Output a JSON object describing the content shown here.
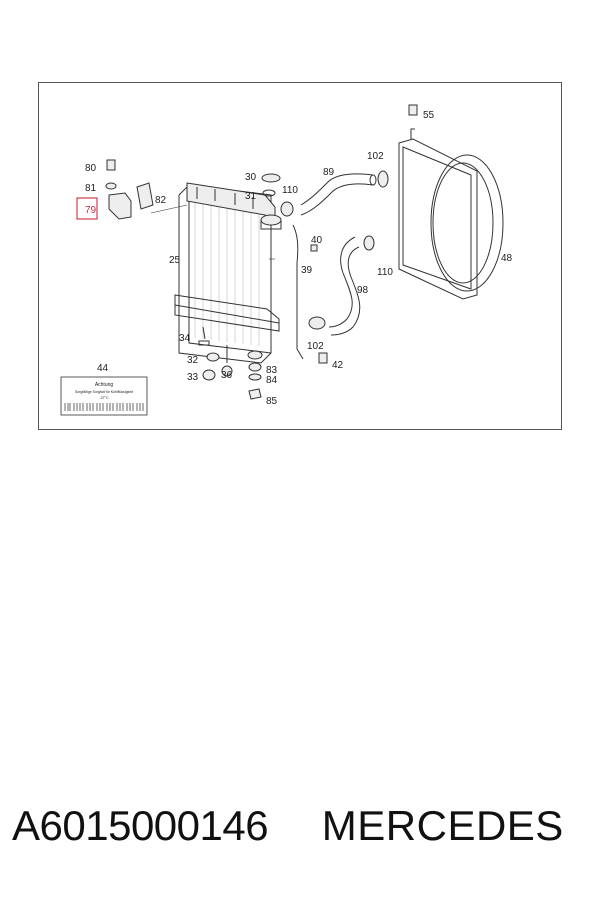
{
  "callouts": {
    "c55": "55",
    "c80": "80",
    "c81": "81",
    "c79": "79",
    "c82": "82",
    "c30": "30",
    "c31": "31",
    "c110a": "110",
    "c89": "89",
    "c102a": "102",
    "c25": "25",
    "c40": "40",
    "c39": "39",
    "c110b": "110",
    "c48": "48",
    "c98": "98",
    "c34": "34",
    "c102b": "102",
    "c42": "42",
    "c32": "32",
    "c33": "33",
    "c36": "36",
    "c83": "83",
    "c84": "84",
    "c85": "85",
    "c44": "44"
  },
  "highlighted_callout": "79",
  "highlight_color": "#d04050",
  "warning_label": {
    "title": "Achtung",
    "line1": "Sorgfältige Sorgfalt für Kühlflüssigkeit",
    "line2": "-37°C"
  },
  "footer": {
    "part_number": "A6015000146",
    "brand": "MERCEDES"
  }
}
